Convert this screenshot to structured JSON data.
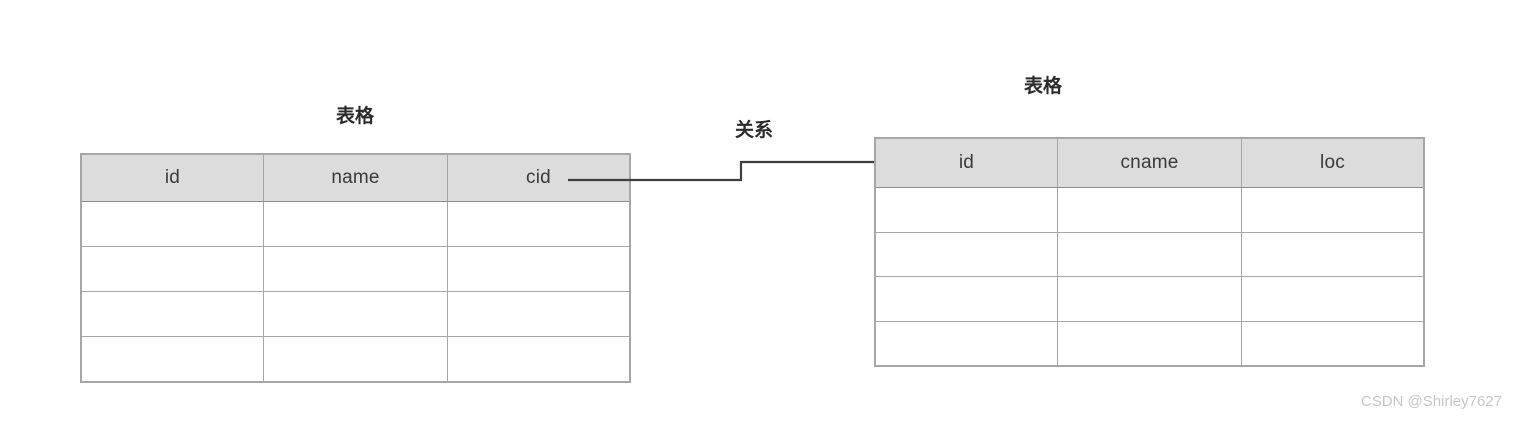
{
  "diagram": {
    "relation_label": "关系",
    "left_table": {
      "caption": "表格",
      "columns": [
        "id",
        "name",
        "cid"
      ],
      "empty_row_count": 4
    },
    "right_table": {
      "caption": "表格",
      "columns": [
        "id",
        "cname",
        "loc"
      ],
      "empty_row_count": 4
    },
    "connector": {
      "from_column": "cid",
      "to_column": "id",
      "arrow": "arrow-right"
    },
    "colors": {
      "header_fill": "#dcdcdc",
      "border": "#a6a6a6",
      "line": "#3f3f3f",
      "text": "#3a3a3a",
      "watermark": "#c6c6c6"
    }
  },
  "watermark": {
    "text": "CSDN @Shirley7627"
  }
}
